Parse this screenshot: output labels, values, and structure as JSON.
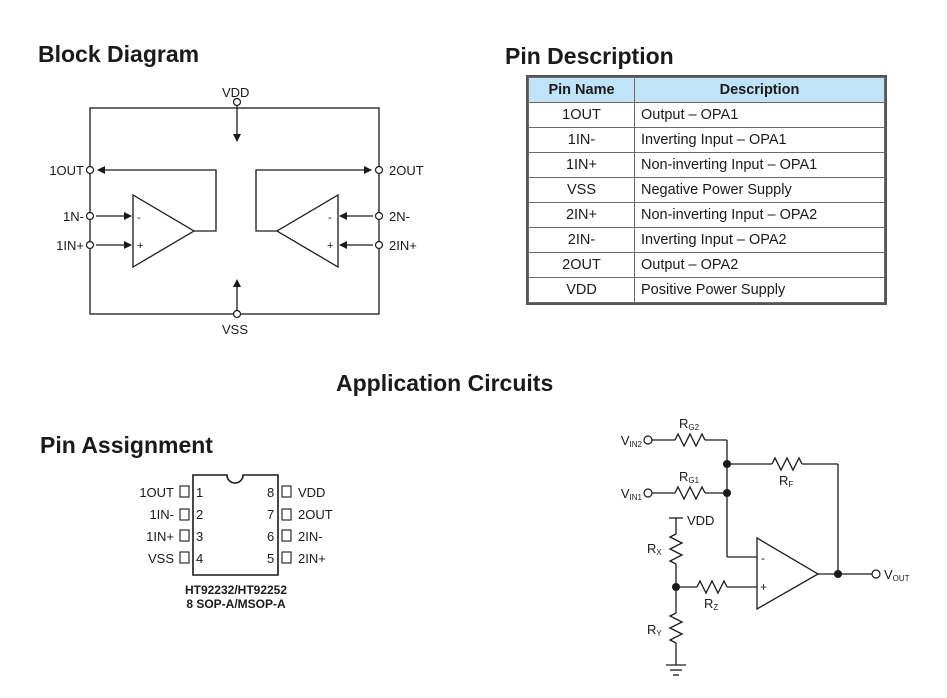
{
  "headings": {
    "block_diagram": "Block Diagram",
    "pin_description": "Pin Description",
    "application_circuits": "Application Circuits",
    "pin_assignment": "Pin Assignment"
  },
  "block_diagram": {
    "vdd": "VDD",
    "vss": "VSS",
    "out1": "1OUT",
    "in1_neg": "1N-",
    "in1_pos": "1IN+",
    "out2": "2OUT",
    "in2_neg": "2N-",
    "in2_pos": "2IN+",
    "minus": "-",
    "plus": "+"
  },
  "pin_table": {
    "headers": [
      "Pin Name",
      "Description"
    ],
    "rows": [
      [
        "1OUT",
        "Output – OPA1"
      ],
      [
        "1IN-",
        "Inverting Input – OPA1"
      ],
      [
        "1IN+",
        "Non-inverting Input – OPA1"
      ],
      [
        "VSS",
        "Negative Power Supply"
      ],
      [
        "2IN+",
        "Non-inverting Input – OPA2"
      ],
      [
        "2IN-",
        "Inverting Input – OPA2"
      ],
      [
        "2OUT",
        "Output – OPA2"
      ],
      [
        "VDD",
        "Positive Power Supply"
      ]
    ]
  },
  "pin_assignment": {
    "left_pins": [
      {
        "name": "1OUT",
        "num": "1"
      },
      {
        "name": "1IN-",
        "num": "2"
      },
      {
        "name": "1IN+",
        "num": "3"
      },
      {
        "name": "VSS",
        "num": "4"
      }
    ],
    "right_pins": [
      {
        "name": "VDD",
        "num": "8"
      },
      {
        "name": "2OUT",
        "num": "7"
      },
      {
        "name": "2IN-",
        "num": "6"
      },
      {
        "name": "2IN+",
        "num": "5"
      }
    ],
    "part_number": "HT92232/HT92252",
    "package": "8 SOP-A/MSOP-A"
  },
  "application_circuit": {
    "vin2": "V",
    "vin2_sub": "IN2",
    "vin1": "V",
    "vin1_sub": "IN1",
    "rg2": "R",
    "rg2_sub": "G2",
    "rg1": "R",
    "rg1_sub": "G1",
    "rf": "R",
    "rf_sub": "F",
    "rx": "R",
    "rx_sub": "X",
    "ry": "R",
    "ry_sub": "Y",
    "rz": "R",
    "rz_sub": "Z",
    "vdd": "VDD",
    "vout": "V",
    "vout_sub": "OUT",
    "minus": "-",
    "plus": "+"
  }
}
